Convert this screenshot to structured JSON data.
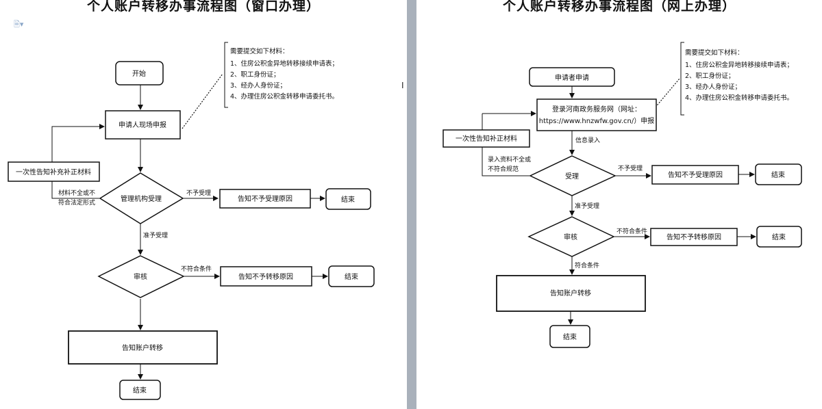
{
  "left": {
    "title": "个人账户转移办事流程图（窗口办理）",
    "nodes": {
      "start": "开始",
      "apply": "申请人现场申报",
      "supplement": "一次性告知补充补正材料",
      "accept": "管理机构受理",
      "reject_accept": "告知不予受理原因",
      "end1": "结束",
      "review": "审核",
      "reject_transfer": "告知不予转移原因",
      "end2": "结束",
      "transfer": "告知账户转移",
      "end3": "结束"
    },
    "edges": {
      "incomplete_line1": "材料不全或不",
      "incomplete_line2": "符合法定形式",
      "not_accepted": "不予受理",
      "accepted": "准予受理",
      "not_qualified": "不符合条件"
    },
    "note": {
      "heading": "需要提交如下材料：",
      "items": [
        "1、住房公积金异地转移接续申请表；",
        "2、职工身份证；",
        "3、经办人身份证；",
        "4、办理住房公积金转移申请委托书。"
      ]
    }
  },
  "right": {
    "title": "个人账户转移办事流程图（网上办理）",
    "nodes": {
      "start": "申请者申请",
      "login_line1": "登录河南政务服务网（网址：",
      "login_line2": "https://www.hnzwfw.gov.cn/）申报",
      "supplement": "一次性告知补正材料",
      "accept": "受理",
      "reject_accept": "告知不予受理原因",
      "end1": "结束",
      "review": "审核",
      "reject_transfer": "告知不予转移原因",
      "end2": "结束",
      "transfer": "告知账户转移",
      "end3": "结束"
    },
    "edges": {
      "entry": "信息录入",
      "incomplete_line1": "录入资料不全或",
      "incomplete_line2": "不符合规范",
      "not_accepted": "不予受理",
      "accepted": "准予受理",
      "not_qualified": "不符合条件",
      "qualified": "符合条件"
    },
    "note": {
      "heading": "需要提交如下材料：",
      "items": [
        "1、住房公积金异地转移接续申请表；",
        "2、职工身份证；",
        "3、经办人身份证；",
        "4、办理住房公积金转移申请委托书。"
      ]
    }
  }
}
